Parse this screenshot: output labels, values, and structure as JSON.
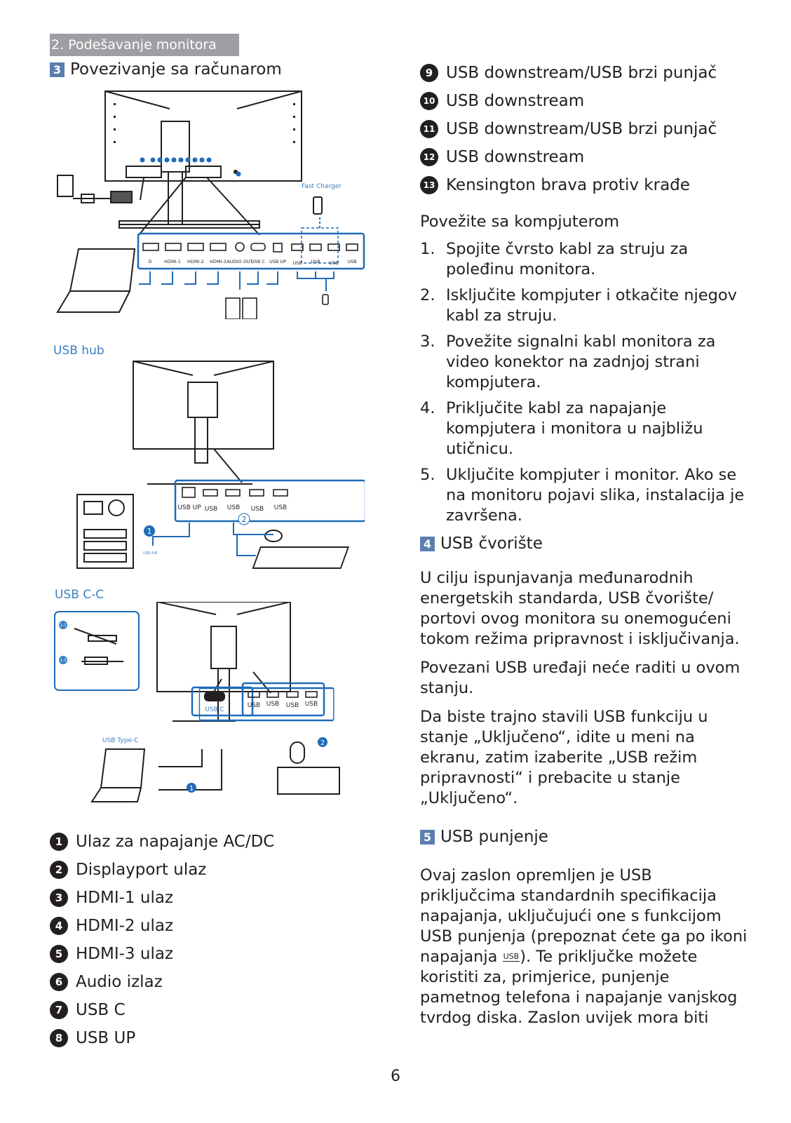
{
  "header": {
    "section_label": "2. Podešavanje monitora"
  },
  "section3": {
    "num": "3",
    "title": "Povezivanje sa računarom"
  },
  "diagram_main": {
    "fast_charger_label": "Fast Charger",
    "ports": [
      "D",
      "HDMI-1",
      "HDMI-2",
      "HDMI-3",
      "AUDIO OUT",
      "USB C",
      "USB UP",
      "USB",
      "USB",
      "USB",
      "USB"
    ]
  },
  "usb_hub": {
    "label": "USB hub",
    "ports": [
      "USB UP",
      "USB",
      "USB",
      "USB",
      "USB"
    ],
    "cable_label": "USB A-B",
    "callouts": [
      "1",
      "2"
    ]
  },
  "usb_cc": {
    "label": "USB C-C",
    "ports": [
      "USB C",
      "USB",
      "USB",
      "USB",
      "USB"
    ],
    "type_c_label": "USB Type-C",
    "side_labels": [
      "1-1",
      "1-2"
    ],
    "callouts": [
      "1",
      "2"
    ]
  },
  "legend": [
    {
      "num": "1",
      "text": "Ulaz za napajanje AC/DC"
    },
    {
      "num": "2",
      "text": "Displayport ulaz"
    },
    {
      "num": "3",
      "text": "HDMI-1 ulaz"
    },
    {
      "num": "4",
      "text": "HDMI-2 ulaz"
    },
    {
      "num": "5",
      "text": "HDMI-3 ulaz"
    },
    {
      "num": "6",
      "text": "Audio izlaz"
    },
    {
      "num": "7",
      "text": "USB C"
    },
    {
      "num": "8",
      "text": "USB UP"
    }
  ],
  "right_list": [
    {
      "num": "9",
      "text": "USB downstream/USB brzi punjač"
    },
    {
      "num": "10",
      "text": "USB downstream"
    },
    {
      "num": "11",
      "text": "USB downstream/USB brzi punjač"
    },
    {
      "num": "12",
      "text": "USB downstream"
    },
    {
      "num": "13",
      "text": "Kensington brava protiv krađe"
    }
  ],
  "connect": {
    "heading": "Povežite sa kompjuterom",
    "steps": [
      {
        "n": "1.",
        "text": "Spojite čvrsto kabl za struju za poleđinu monitora."
      },
      {
        "n": "2.",
        "text": "Isključite kompjuter i otkačite njegov kabl za struju."
      },
      {
        "n": "3.",
        "text": "Povežite signalni kabl monitora za video konektor na zadnjoj strani kompjutera."
      },
      {
        "n": "4.",
        "text": "Priključite kabl za napajanje kompjutera i monitora u najbližu utičnicu."
      },
      {
        "n": "5.",
        "text": "Uključite kompjuter i monitor. Ako se na monitoru pojavi slika, instalacija je završena."
      }
    ]
  },
  "section4": {
    "num": "4",
    "title": "USB čvorište",
    "p1": "U cilju ispunjavanja međunarodnih energetskih standarda, USB čvorište/ portovi ovog monitora su onemogućeni tokom režima pripravnost i isključivanja.",
    "p2": "Povezani USB uređaji neće raditi u ovom stanju.",
    "p3": "Da biste trajno stavili USB funkciju u stanje „Uključeno“, idite u meni na ekranu, zatim izaberite „USB režim pripravnosti“ i prebacite u stanje „Uključeno“."
  },
  "section5": {
    "num": "5",
    "title": "USB punjenje",
    "p1_a": "Ovaj zaslon opremljen je USB priključcima standardnih specifikacija napajanja, uključujući one s funkcijom USB punjenja (prepoznat ćete ga po ikoni napajanja ",
    "icon_text": "USB",
    "p1_b": "). Te priključke možete koristiti za, primjerice, punjenje pametnog telefona i napajanje vanjskog tvrdog diska. Zaslon uvijek mora biti"
  },
  "page_number": "6"
}
